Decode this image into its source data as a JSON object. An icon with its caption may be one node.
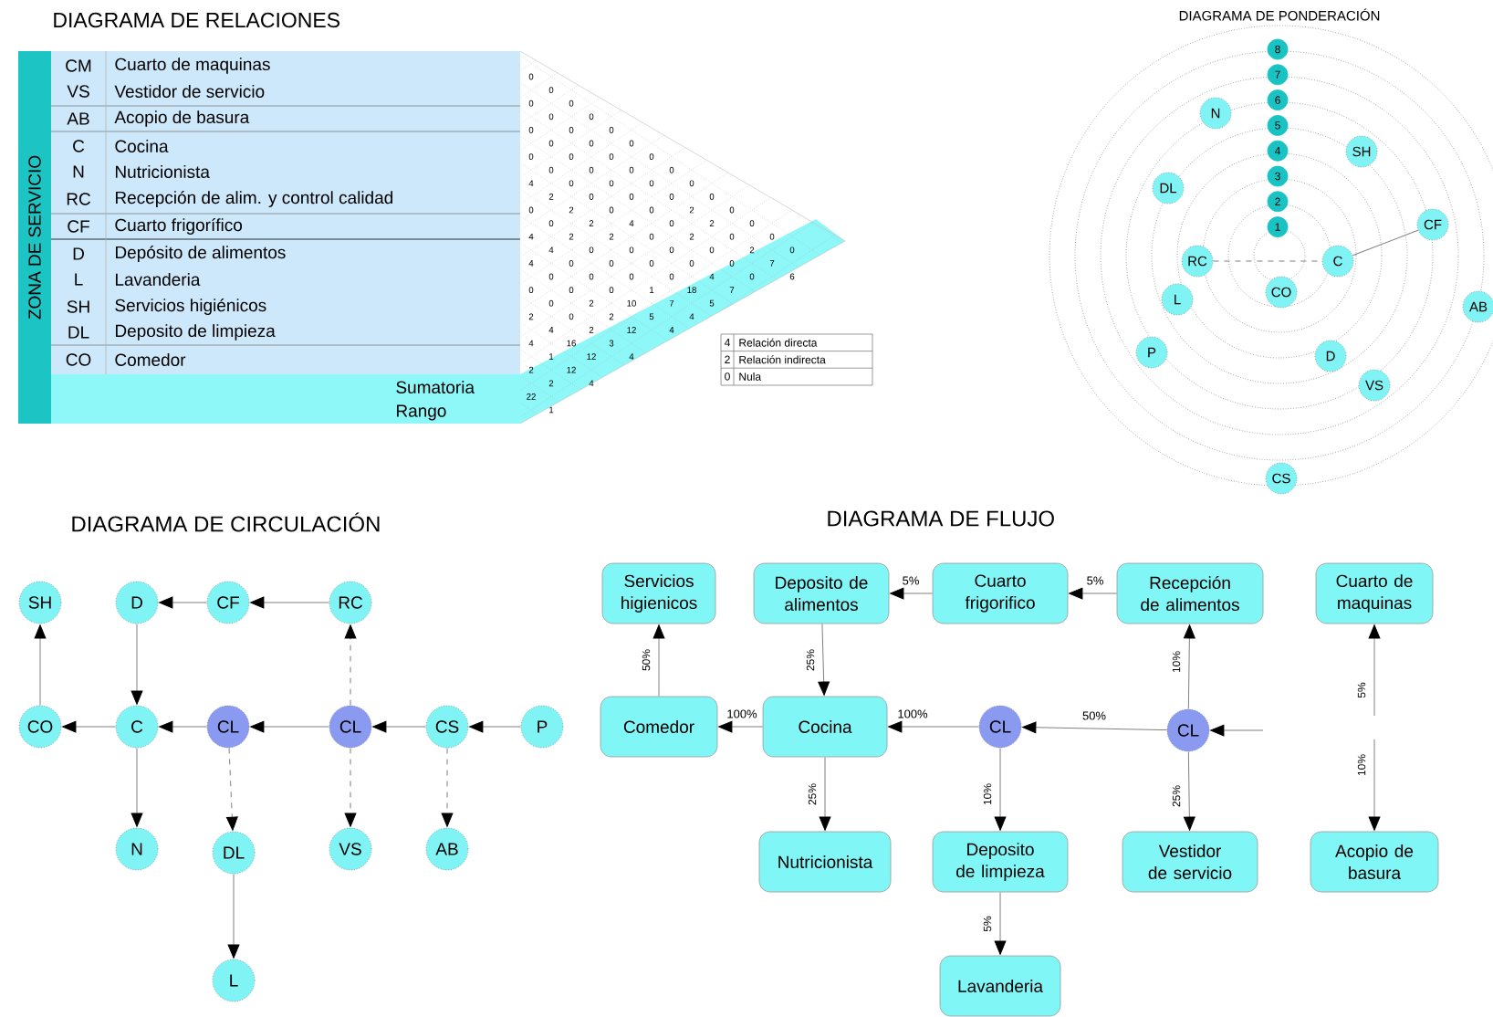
{
  "diagram": {
    "nodes": [
      {
        "text": [
          "8"
        ]
      },
      {
        "text": [
          "7"
        ]
      },
      {
        "text": [
          "6"
        ]
      },
      {
        "text": [
          "5"
        ]
      },
      {
        "text": [
          "4"
        ]
      },
      {
        "text": [
          "3"
        ]
      },
      {
        "text": [
          "2"
        ]
      },
      {
        "text": [
          "1"
        ]
      },
      {
        "text": [
          "N"
        ]
      },
      {
        "text": [
          "SH"
        ]
      },
      {
        "text": [
          "DL"
        ]
      },
      {
        "text": [
          "CF"
        ]
      },
      {
        "text": [
          "RC"
        ]
      },
      {
        "text": [
          "C"
        ]
      },
      {
        "text": [
          "L"
        ]
      },
      {
        "text": [
          "CO"
        ]
      },
      {
        "text": [
          "AB"
        ]
      },
      {
        "text": [
          "P"
        ]
      },
      {
        "text": [
          "D"
        ]
      },
      {
        "text": [
          "VS"
        ]
      },
      {
        "text": [
          "CS"
        ]
      },
      {
        "text": [
          "SH"
        ]
      },
      {
        "text": [
          "D"
        ]
      },
      {
        "text": [
          "CF"
        ]
      },
      {
        "text": [
          "RC"
        ]
      },
      {
        "text": [
          "CO"
        ]
      },
      {
        "text": [
          "C"
        ]
      },
      {
        "text": [
          "CL"
        ]
      },
      {
        "text": [
          "CL"
        ]
      },
      {
        "text": [
          "CS"
        ]
      },
      {
        "text": [
          "P"
        ]
      },
      {
        "text": [
          "N"
        ]
      },
      {
        "text": [
          "DL"
        ]
      },
      {
        "text": [
          "VS"
        ]
      },
      {
        "text": [
          "AB"
        ]
      },
      {
        "text": [
          "L"
        ]
      },
      {
        "text": [
          "Servicios higienicos"
        ]
      },
      {
        "text": [
          "Deposito de alimentos"
        ]
      },
      {
        "text": [
          "Cuarto frigorifico"
        ]
      },
      {
        "text": [
          "Recepción de alimentos"
        ]
      },
      {
        "text": [
          "Cuarto de maquinas"
        ]
      },
      {
        "text": [
          "Comedor"
        ]
      },
      {
        "text": [
          "Cocina"
        ]
      },
      {
        "text": [
          "CL"
        ]
      },
      {
        "text": [
          "CL"
        ]
      },
      {
        "text": [
          "Nutricionista"
        ]
      },
      {
        "text": [
          "Deposito de limpieza"
        ]
      },
      {
        "text": [
          "Vestidor de servicio"
        ]
      },
      {
        "text": [
          "Acopio de basura"
        ]
      },
      {
        "text": [
          "Lavanderia"
        ]
      }
    ],
    "edges": [
      {
        "from": 12,
        "to": 13,
        "arrow": "none",
        "style": "dashed"
      },
      {
        "from": 13,
        "to": 11,
        "arrow": "none"
      },
      {
        "from": 24,
        "to": 23,
        "arrow": "to"
      },
      {
        "from": 23,
        "to": 22,
        "arrow": "to"
      },
      {
        "from": 25,
        "to": 21,
        "arrow": "to"
      },
      {
        "from": 22,
        "to": 26,
        "arrow": "to"
      },
      {
        "from": 26,
        "to": 25,
        "arrow": "to"
      },
      {
        "from": 27,
        "to": 26,
        "arrow": "to"
      },
      {
        "from": 28,
        "to": 27,
        "arrow": "to"
      },
      {
        "from": 29,
        "to": 28,
        "arrow": "to"
      },
      {
        "from": 30,
        "to": 29,
        "arrow": "to"
      },
      {
        "from": 28,
        "to": 24,
        "arrow": "to",
        "style": "dashed"
      },
      {
        "from": 28,
        "to": 33,
        "arrow": "to",
        "style": "dashed"
      },
      {
        "from": 29,
        "to": 34,
        "arrow": "to",
        "style": "dashed"
      },
      {
        "from": 27,
        "to": 32,
        "arrow": "to",
        "style": "dashed"
      },
      {
        "from": 26,
        "to": 31,
        "arrow": "to"
      },
      {
        "from": 32,
        "to": 35,
        "arrow": "to"
      },
      {
        "from": 41,
        "to": 36,
        "arrow": "to",
        "label": "50%"
      },
      {
        "from": 37,
        "to": 42,
        "arrow": "to",
        "label": "25%"
      },
      {
        "from": 38,
        "to": 37,
        "arrow": "to",
        "label": "5%"
      },
      {
        "from": 39,
        "to": 38,
        "arrow": "to",
        "label": "5%"
      },
      {
        "from": 42,
        "to": 41,
        "arrow": "to",
        "label": "100%"
      },
      {
        "from": 43,
        "to": 42,
        "arrow": "to",
        "label": "100%"
      },
      {
        "from": 44,
        "to": 43,
        "arrow": "to",
        "label": "50%"
      },
      {
        "from": 42,
        "to": 45,
        "arrow": "to",
        "label": "25%"
      },
      {
        "from": 43,
        "to": 46,
        "arrow": "to",
        "label": "10%"
      },
      {
        "from": 46,
        "to": 49,
        "arrow": "to",
        "label": "5%"
      },
      {
        "from": 44,
        "to": 39,
        "arrow": "to",
        "label": "10%"
      },
      {
        "from": 44,
        "to": 47,
        "arrow": "to",
        "label": "25%"
      },
      {
        "from": null,
        "to": 44,
        "arrow": "to"
      },
      {
        "from": null,
        "to": 40,
        "arrow": "to",
        "label": "5%"
      },
      {
        "from": null,
        "to": 48,
        "arrow": "to",
        "label": "10%"
      }
    ],
    "labels": [
      "DIAGRAMA DE RELACIONES",
      "ZONA DE SERVICIO",
      "CM",
      "Cuarto de maquinas",
      "VS",
      "Vestidor de servicio",
      "AB",
      "Acopio de basura",
      "C",
      "Cocina",
      "N",
      "Nutricionista",
      "RC",
      "Recepción de alim. y control calidad",
      "CF",
      "Cuarto frigorífico",
      "D",
      "Depósito de alimentos",
      "L",
      "Lavanderia",
      "SH",
      "Servicios higiénicos",
      "DL",
      "Deposito de limpieza",
      "CO",
      "Comedor",
      "Sumatoria",
      "Rango",
      "0",
      "0",
      "0",
      "0",
      "0",
      "0",
      "0",
      "0",
      "0",
      "0",
      "0",
      "0",
      "0",
      "0",
      "0",
      "0",
      "0",
      "0",
      "0",
      "0",
      "4",
      "0",
      "0",
      "0",
      "0",
      "2",
      "0",
      "0",
      "0",
      "0",
      "0",
      "2",
      "0",
      "0",
      "2",
      "0",
      "0",
      "2",
      "4",
      "0",
      "2",
      "0",
      "4",
      "2",
      "2",
      "0",
      "2",
      "0",
      "0",
      "4",
      "0",
      "0",
      "0",
      "0",
      "2",
      "0",
      "4",
      "0",
      "0",
      "0",
      "0",
      "0",
      "7",
      "0",
      "0",
      "0",
      "0",
      "4",
      "0",
      "6",
      "0",
      "0",
      "0",
      "1",
      "18",
      "7",
      "0",
      "2",
      "10",
      "7",
      "5",
      "2",
      "0",
      "2",
      "5",
      "4",
      "4",
      "2",
      "12",
      "4",
      "4",
      "16",
      "3",
      "1",
      "12",
      "4",
      "2",
      "12",
      "2",
      "4",
      "22",
      "1",
      "4",
      "Relación directa",
      "2",
      "Relación indirecta",
      "0",
      "Nula",
      "DIAGRAMA DE PONDERACIÓN",
      "DIAGRAMA DE CIRCULACIÓN",
      "DIAGRAMA DE FLUJO"
    ]
  }
}
